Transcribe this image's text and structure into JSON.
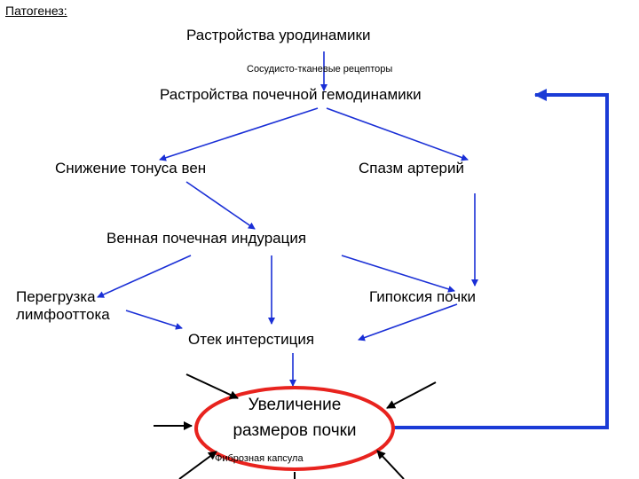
{
  "title": "Патогенез:",
  "nodes": {
    "urodynamics": "Растройства уродинамики",
    "receptors": "Сосудисто-тканевые рецепторы",
    "hemodynamics": "Растройства почечной гемодинамики",
    "vein_tone": "Снижение тонуса вен",
    "artery_spasm": "Спазм артерий",
    "induration": "Венная почечная индурация",
    "lymph_line1": "Перегрузка",
    "lymph_line2": "лимфооттока",
    "hypoxia": "Гипоксия почки",
    "edema": "Отек интерстиция",
    "enlargement_line1": "Увеличение",
    "enlargement_line2": "размеров почки",
    "capsule": "Фиброзная капсула"
  },
  "colors": {
    "arrow_blue": "#1a2fd6",
    "feedback_blue": "#1a3bd6",
    "ellipse_red": "#e8231e",
    "arrow_black": "#000000"
  }
}
